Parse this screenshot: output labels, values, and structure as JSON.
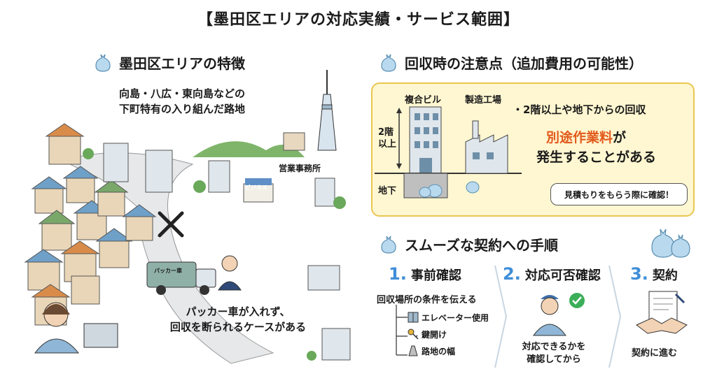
{
  "title": "【墨田区エリアの対応実績・サービス範囲】",
  "left": {
    "heading": "墨田区エリアの特徴",
    "area_note": [
      "向島・八広・東向島などの",
      "下町特有の入り組んだ路地"
    ],
    "office_label": "営業事務所",
    "sign_label": "ビジネス",
    "truck_label": "パッカー車",
    "packer_note": [
      "パッカー車が入れず、",
      "回収を断られるケースがある"
    ]
  },
  "caution": {
    "heading": "回収時の注意点（追加費用の可能性）",
    "building_label": "複合ビル",
    "factory_label": "製造工場",
    "floor_label": [
      "2階",
      "以上"
    ],
    "basement_label": "地下",
    "bullet": "・2階以上や地下からの回収",
    "highlight": "別途作業料",
    "highlight_suffix": "が",
    "result": "発生することがある",
    "bubble": "見積もりをもらう際に確認！"
  },
  "contract": {
    "heading": "スムーズな契約への手順",
    "steps": [
      {
        "num": "1.",
        "title": "事前確認",
        "desc": "回収場所の条件を伝える",
        "items": [
          "エレベーター使用",
          "鍵開け",
          "路地の幅"
        ]
      },
      {
        "num": "2.",
        "title": "対応可否確認",
        "desc": [
          "対応できるかを",
          "確認してから"
        ]
      },
      {
        "num": "3.",
        "title": "契約",
        "desc": "契約に進む"
      }
    ]
  },
  "colors": {
    "accent_blue": "#3f8ed8",
    "warn_orange": "#e25a1c",
    "box_bg": "#fff7d1",
    "box_border": "#eac64f"
  }
}
